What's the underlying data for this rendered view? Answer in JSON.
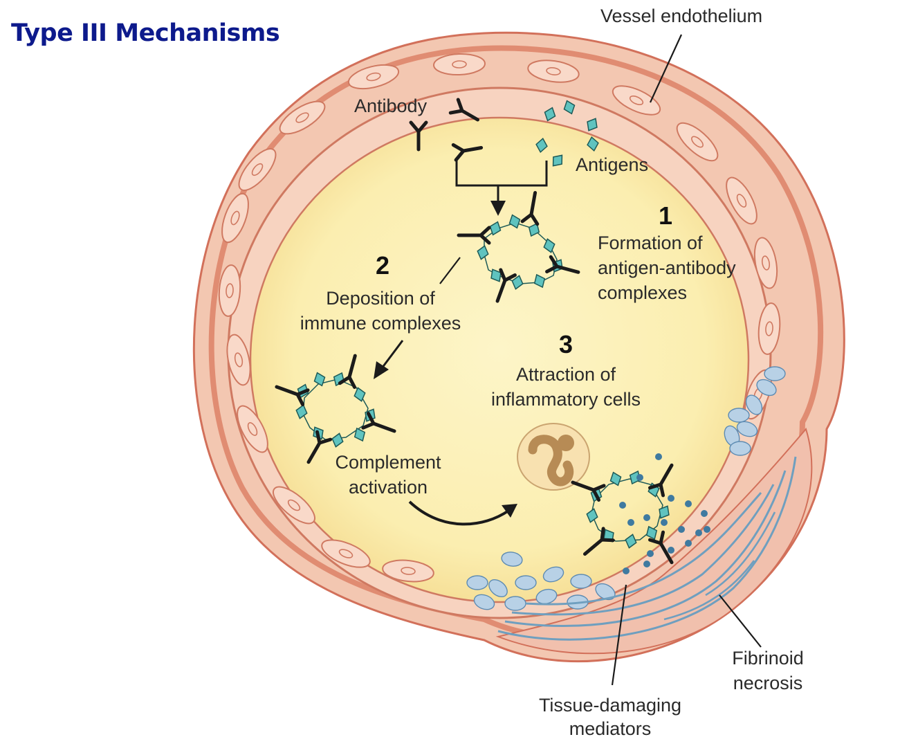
{
  "title": "Type III Mechanisms",
  "labels": {
    "vessel_endothelium": "Vessel endothelium",
    "antibody": "Antibody",
    "antigens": "Antigens",
    "step1_number": "1",
    "step1_line1": "Formation of",
    "step1_line2": "antigen-antibody",
    "step1_line3": "complexes",
    "step2_number": "2",
    "step2_line1": "Deposition of",
    "step2_line2": "immune complexes",
    "step3_number": "3",
    "step3_line1": "Attraction of",
    "step3_line2": "inflammatory cells",
    "complement_line1": "Complement",
    "complement_line2": "activation",
    "fibrinoid_line1": "Fibrinoid",
    "fibrinoid_line2": "necrosis",
    "mediators_line1": "Tissue-damaging",
    "mediators_line2": "mediators"
  },
  "colors": {
    "title": "#0d1a8c",
    "vessel_wall": "#f3c7b1",
    "vessel_outline": "#d2705a",
    "lumen": "#fbeeb0",
    "antigen": "#5fc3bf",
    "antibody": "#1b1b1b",
    "fibrin": "#6f9fbf",
    "mediator": "#3f7aa0"
  }
}
